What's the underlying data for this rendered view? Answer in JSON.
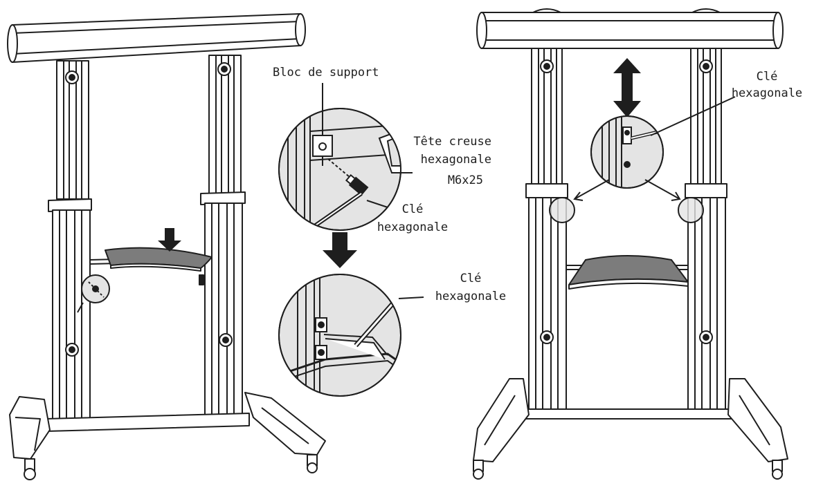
{
  "labels": {
    "bloc_de_support": "Bloc de support",
    "tete_creuse_line1": "Tête creuse",
    "tete_creuse_line2": "hexagonale",
    "m6x25": "M6x25",
    "cle_mid_line1": "Clé",
    "cle_mid_line2": "hexagonale",
    "cle_lower_line1": "Clé",
    "cle_lower_line2": "hexagonale",
    "cle_right_line1": "Clé",
    "cle_right_line2": "hexagonale"
  },
  "colors": {
    "line": "#1e1e1e",
    "shelf": "#7c7c7c",
    "zoom_fill": "#e4e4e4",
    "arrow": "#1e1e1e"
  },
  "icons": {
    "down_arrow": "arrow-down-icon",
    "updown_arrow": "arrow-up-down-icon"
  }
}
